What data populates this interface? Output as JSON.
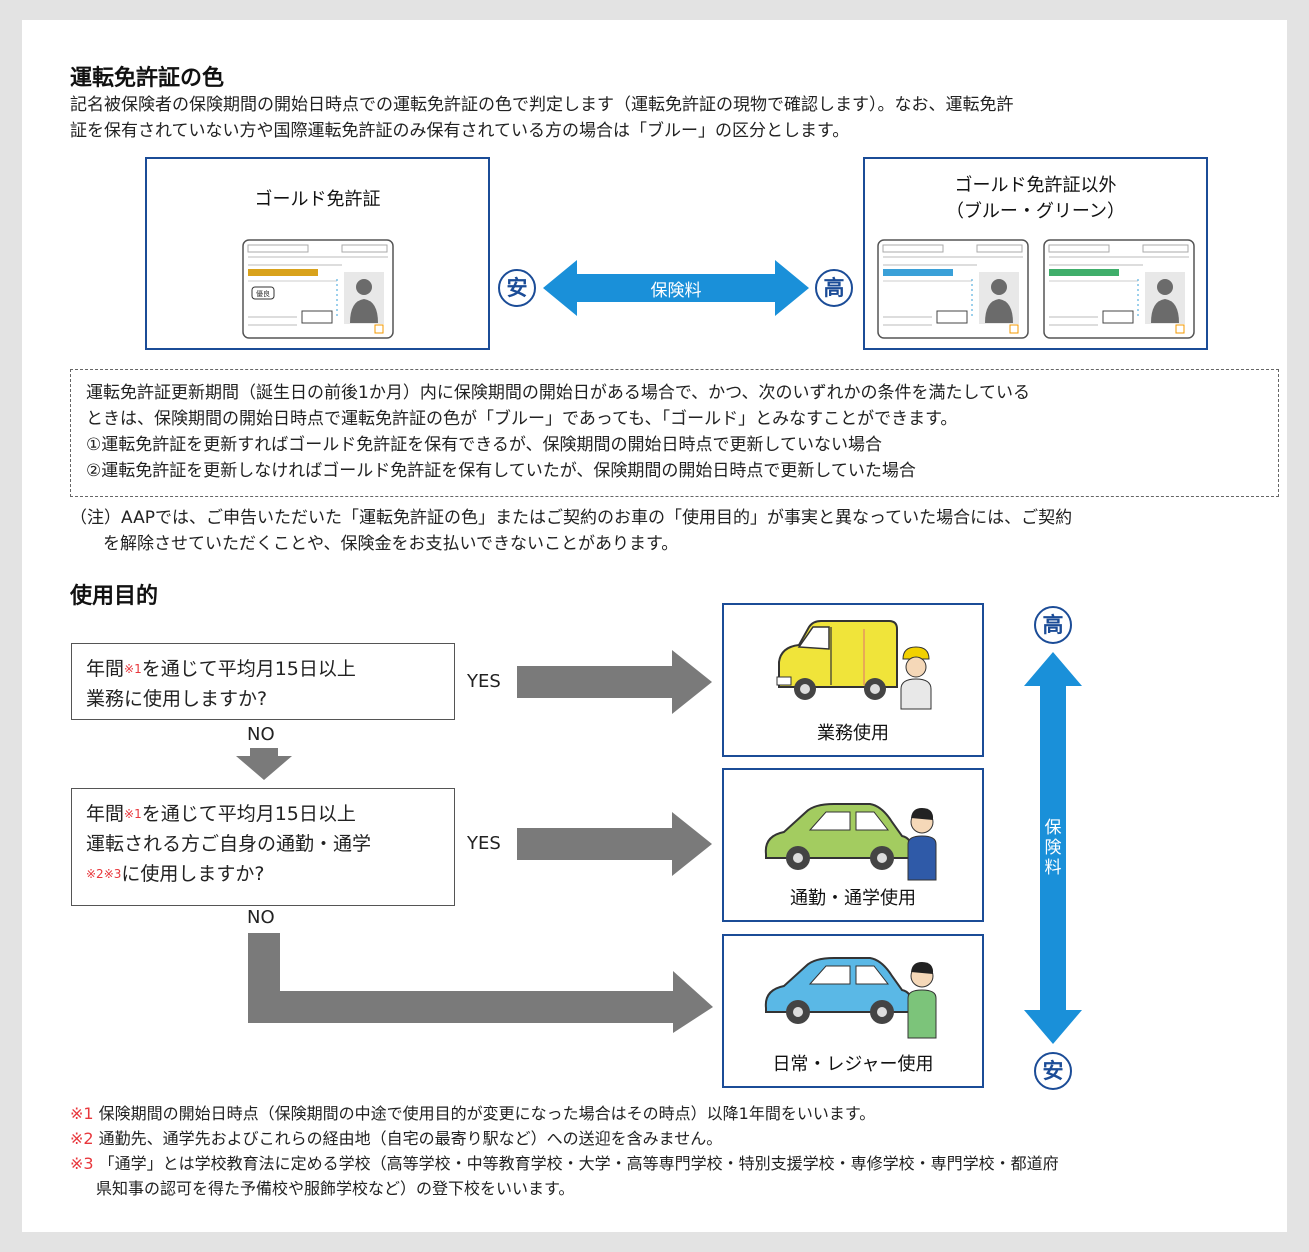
{
  "license_section": {
    "title": "運転免許証の色",
    "desc_line1": "記名被保険者の保険期間の開始日時点での運転免許証の色で判定します（運転免許証の現物で確認します）。なお、運転免許",
    "desc_line2": "証を保有されていない方や国際運転免許証のみ保有されている方の場合は「ブルー」の区分とします。",
    "gold_box_title": "ゴールド免許証",
    "other_box_title_1": "ゴールド免許証以外",
    "other_box_title_2": "（ブルー・グリーン）",
    "low_mark": "安",
    "high_mark": "高",
    "arrow_label": "保険料",
    "gold_badge": "優良",
    "dashed_line1": "運転免許証更新期間（誕生日の前後1か月）内に保険期間の開始日がある場合で、かつ、次のいずれかの条件を満たしている",
    "dashed_line2": "ときは、保険期間の開始日時点で運転免許証の色が「ブルー」であっても、「ゴールド」とみなすことができます。",
    "dashed_line3": "①運転免許証を更新すればゴールド免許証を保有できるが、保険期間の開始日時点で更新していない場合",
    "dashed_line4": "②運転免許証を更新しなければゴールド免許証を保有していたが、保険期間の開始日時点で更新していた場合",
    "note_line1": "（注）AAPでは、ご申告いただいた「運転免許証の色」またはご契約のお車の「使用目的」が事実と異なっていた場合には、ご契約",
    "note_line2": "を解除させていただくことや、保険金をお支払いできないことがあります。"
  },
  "usage_section": {
    "title": "使用目的",
    "q1_pre": "年間",
    "q1_mark": "※1",
    "q1_post": "を通じて平均月15日以上",
    "q1_line2": "業務に使用しますか?",
    "q2_pre": "年間",
    "q2_mark": "※1",
    "q2_post": "を通じて平均月15日以上",
    "q2_line2": "運転される方ご自身の通勤・通学",
    "q2_mark2": "※2※3",
    "q2_line3": "に使用しますか?",
    "yes_label": "YES",
    "no_label": "NO",
    "result1": "業務使用",
    "result2": "通勤・通学使用",
    "result3": "日常・レジャー使用",
    "high_mark": "高",
    "low_mark": "安",
    "vertical_label": "保険料"
  },
  "footnotes": {
    "n1_mark": "※1",
    "n1_text": " 保険期間の開始日時点（保険期間の中途で使用目的が変更になった場合はその時点）以降1年間をいいます。",
    "n2_mark": "※2",
    "n2_text": " 通勤先、通学先およびこれらの経由地（自宅の最寄り駅など）への送迎を含みません。",
    "n3_mark": "※3",
    "n3_text": " 「通学」とは学校教育法に定める学校（高等学校・中等教育学校・大学・高等専門学校・特別支援学校・専修学校・専門学校・都道府",
    "n3_text2": "県知事の認可を得た予備校や服飾学校など）の登下校をいいます。"
  },
  "colors": {
    "accent_blue": "#1b4c97",
    "arrow_blue": "#1a90d9",
    "gray_arrow": "#7a7a7a",
    "note_red": "#e8383d",
    "gold": "#d9a21b",
    "license_blue": "#3aa0d8",
    "license_green": "#3fae6a"
  }
}
